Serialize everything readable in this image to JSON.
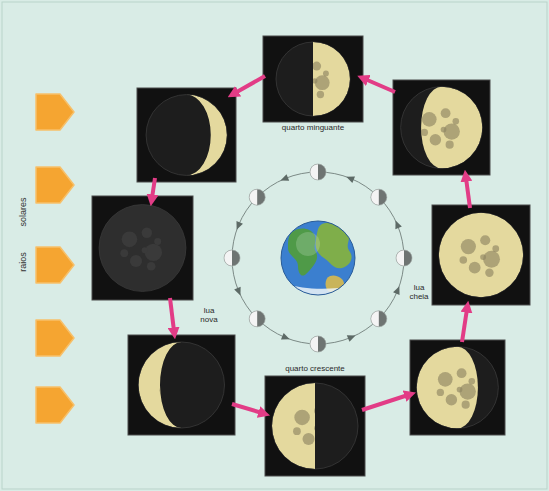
{
  "diagram": {
    "nodes": [
      {
        "text": [
          "quarto minguante"
        ]
      },
      {
        "text": [
          "lua nova"
        ]
      },
      {
        "text": [
          "lua cheia"
        ]
      },
      {
        "text": [
          "quarto crescente"
        ]
      }
    ],
    "labels": [
      "solares",
      "raios"
    ]
  }
}
